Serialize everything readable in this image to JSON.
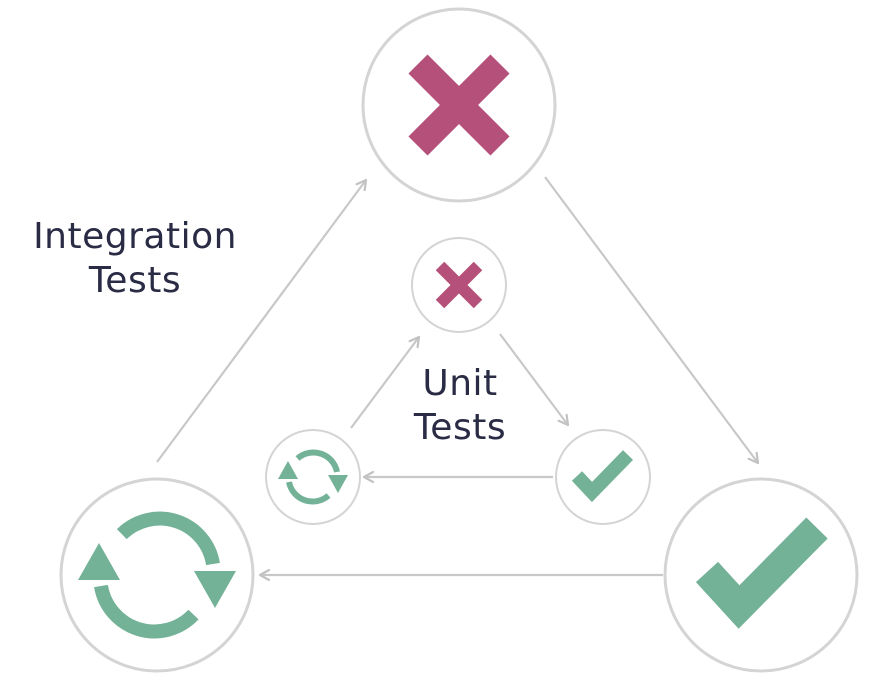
{
  "outer_cycle": {
    "label_line1": "Integration",
    "label_line2": "Tests"
  },
  "inner_cycle": {
    "label_line1": "Unit",
    "label_line2": "Tests"
  },
  "colors": {
    "fail": "#b5507a",
    "pass": "#74b298",
    "refactor": "#74b298",
    "ring": "#d6d6d6",
    "arrow": "#c2c2c2",
    "text": "#2a2b45"
  },
  "icons": {
    "fail": "cross-icon",
    "pass": "check-icon",
    "refactor": "refresh-icon"
  }
}
